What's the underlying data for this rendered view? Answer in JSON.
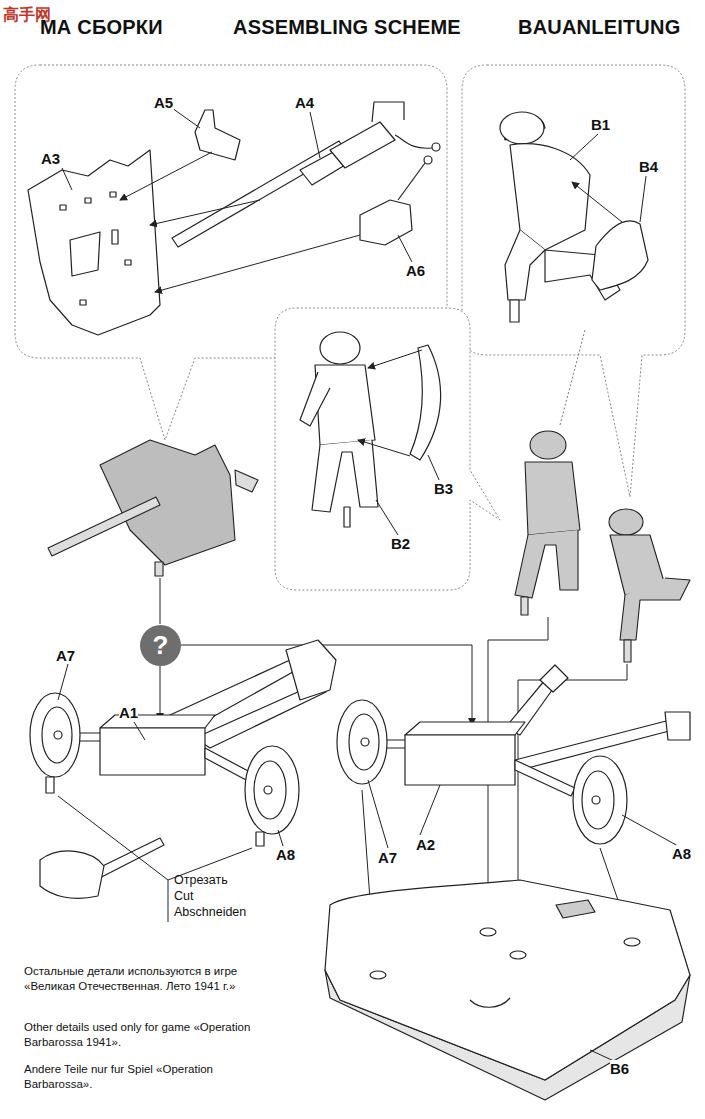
{
  "diagram": {
    "title": "ASSEMBLING SCHEME",
    "nodes": [
      {
        "text": [
          "A5",
          "A4",
          "A3",
          "A6"
        ]
      },
      {
        "text": [
          "B1",
          "B4"
        ]
      },
      {
        "text": [
          "B3",
          "B2"
        ]
      },
      {
        "text": [
          "?"
        ]
      }
    ],
    "labels": [
      "МА СБОРКИ",
      "BAUANLEITUNG",
      "高手网",
      "A7",
      "A1",
      "A8",
      "A7",
      "A2",
      "A8",
      "B6",
      "Отрезать",
      "Cut",
      "Abschneiden",
      "Остальные детали используются в игре «Великая Отечественная. Лето 1941 г.»",
      "Other details used only for game «Operation Barbarossa 1941».",
      "Andere Teile nur fur Spiel «Operation Barbarossa»."
    ]
  }
}
